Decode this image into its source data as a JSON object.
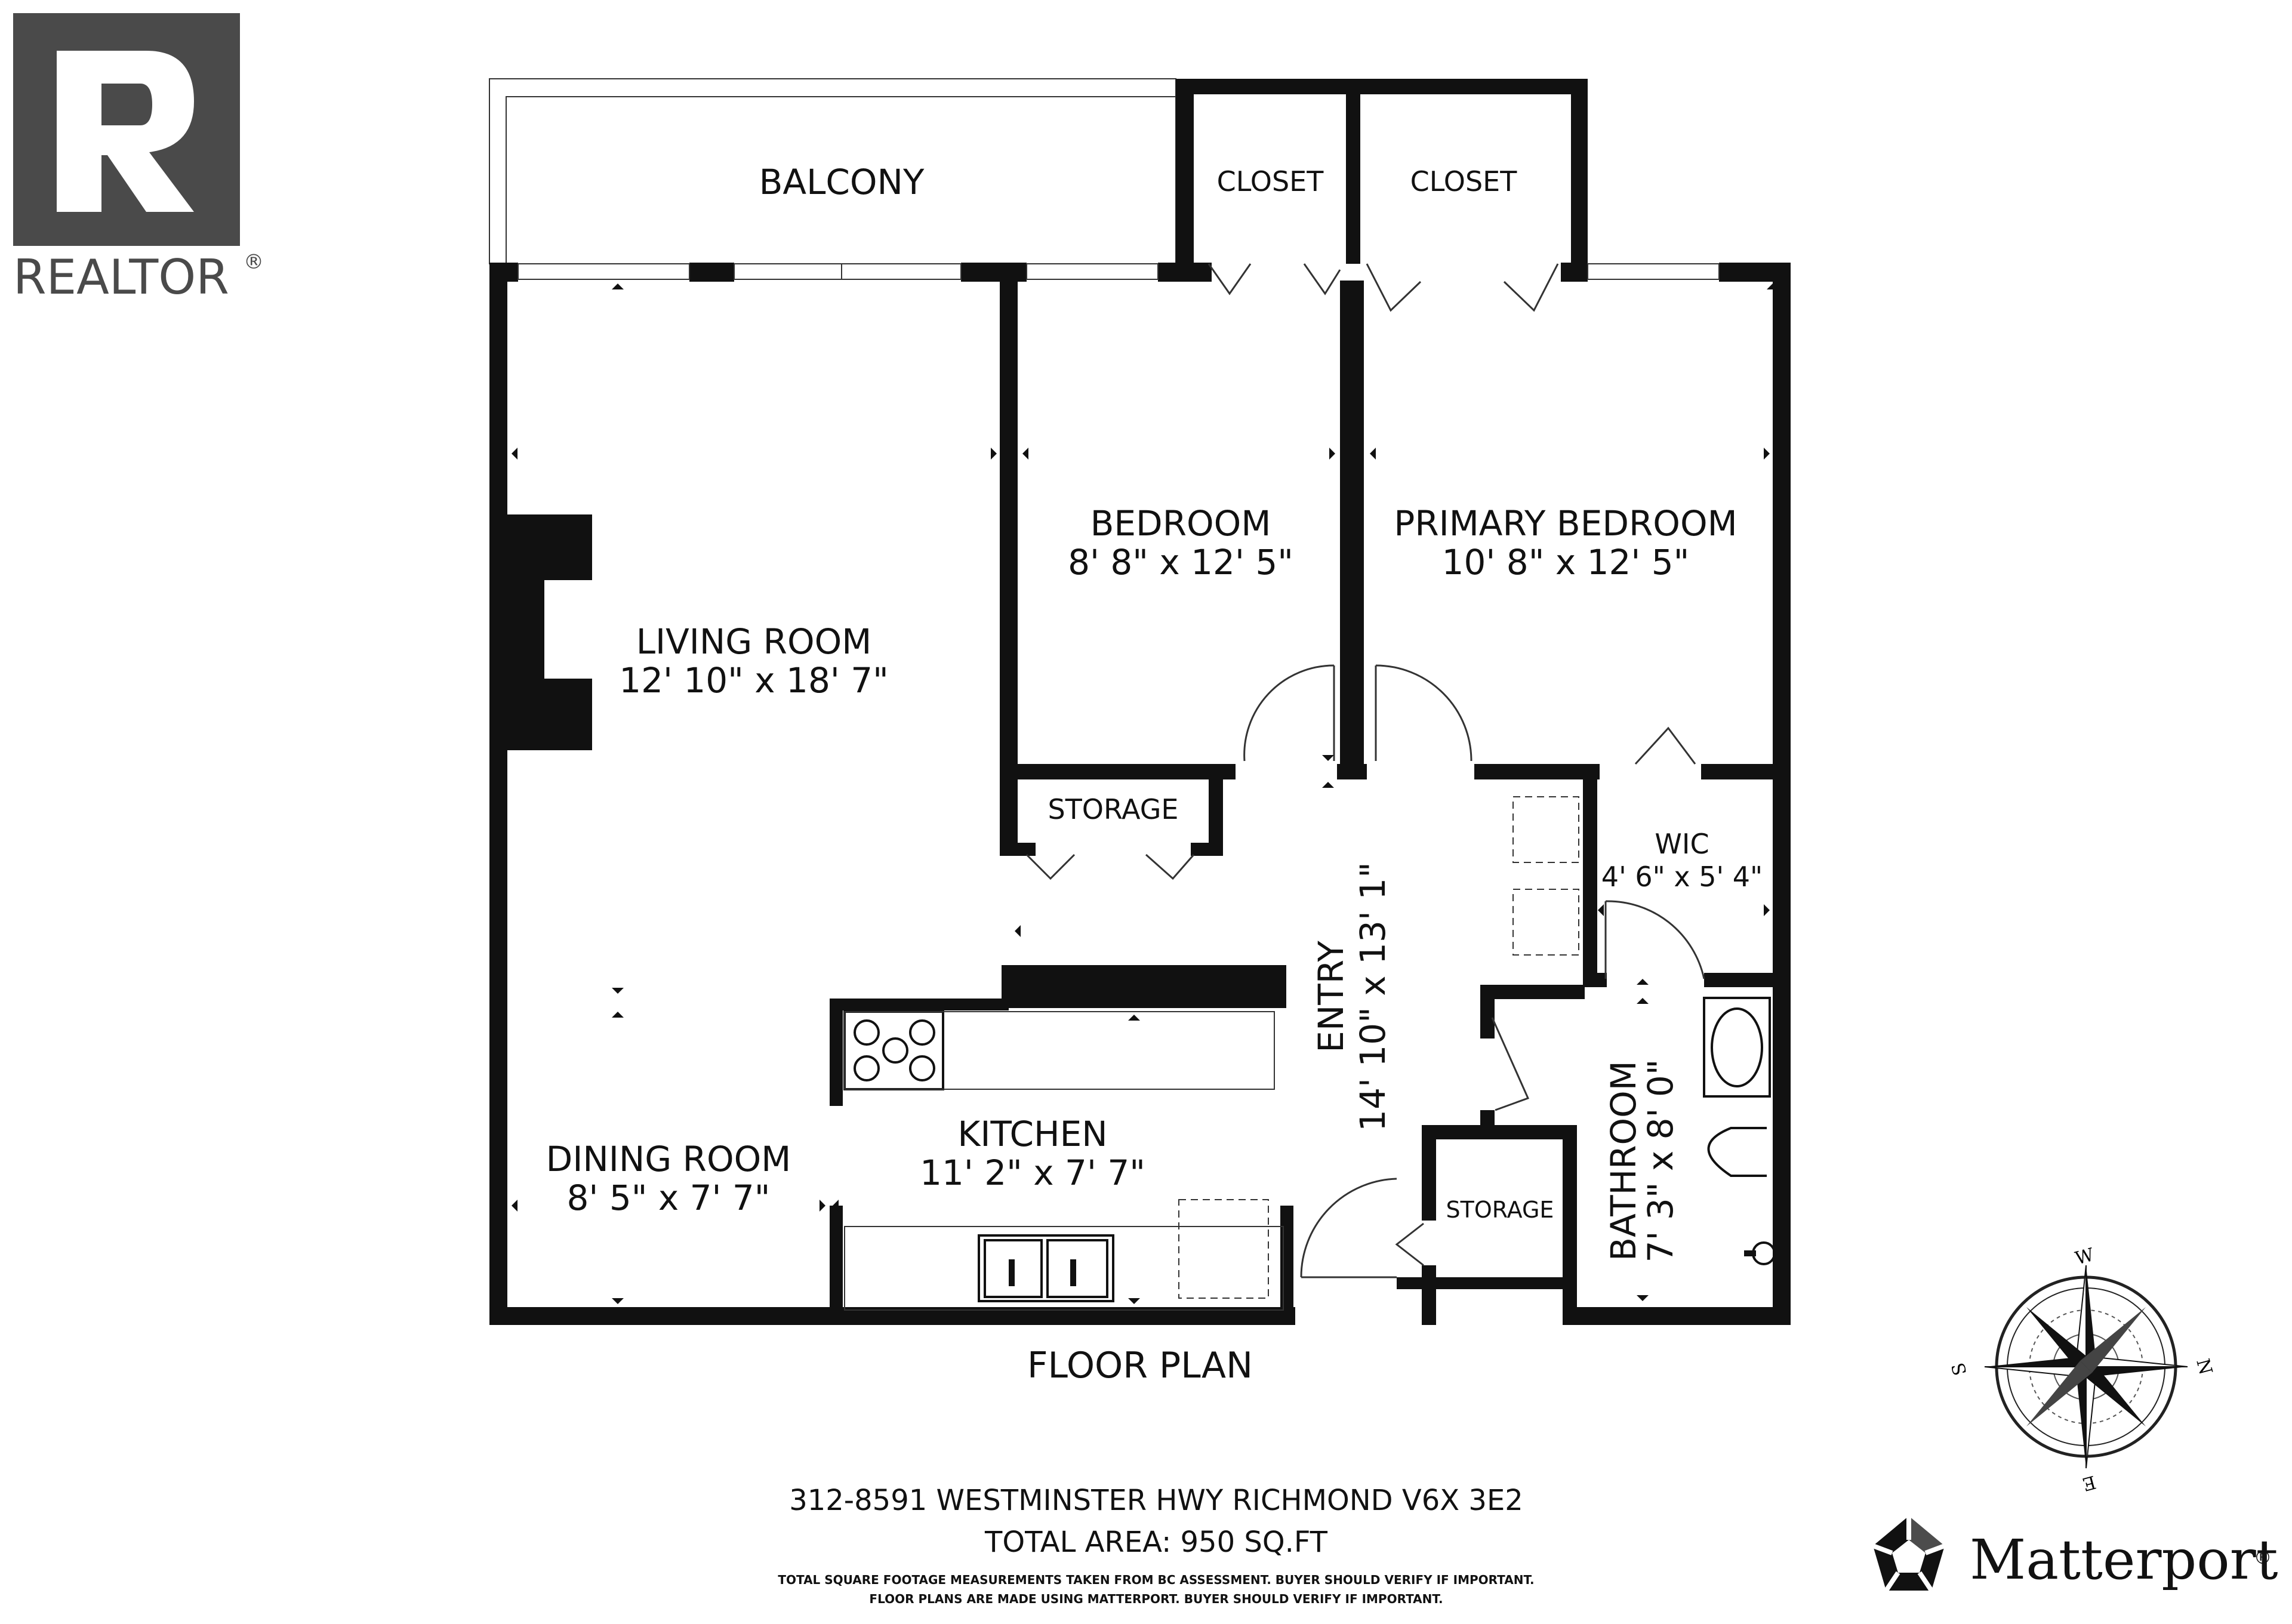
{
  "logo": {
    "realtor": "REALTOR",
    "realtor_mark": "®"
  },
  "rooms": {
    "balcony": {
      "name": "BALCONY"
    },
    "closet_left": {
      "name": "CLOSET"
    },
    "closet_right": {
      "name": "CLOSET"
    },
    "living": {
      "name": "LIVING ROOM",
      "size": "12' 10\" x 18' 7\""
    },
    "bedroom": {
      "name": "BEDROOM",
      "size": "8' 8\" x 12' 5\""
    },
    "primary": {
      "name": "PRIMARY BEDROOM",
      "size": "10' 8\" x 12' 5\""
    },
    "storage_top": {
      "name": "STORAGE"
    },
    "wic": {
      "name": "WIC",
      "size": "4' 6\" x 5' 4\""
    },
    "entry": {
      "name": "ENTRY",
      "size": "14' 10\" x 13' 1\""
    },
    "kitchen": {
      "name": "KITCHEN",
      "size": "11' 2\" x 7' 7\""
    },
    "dining": {
      "name": "DINING ROOM",
      "size": "8' 5\" x 7' 7\""
    },
    "storage_bottom": {
      "name": "STORAGE"
    },
    "bathroom": {
      "name": "BATHROOM",
      "size": "7' 3\" x 8' 0\""
    }
  },
  "caption": "FLOOR PLAN",
  "compass": {
    "w": "W",
    "e": "E",
    "n": "N",
    "s": "S"
  },
  "footer": {
    "address": "312-8591 WESTMINSTER HWY RICHMOND V6X 3E2",
    "area": "TOTAL AREA: 950 SQ.FT",
    "note1": "TOTAL SQUARE FOOTAGE MEASUREMENTS TAKEN FROM BC ASSESSMENT. BUYER SHOULD VERIFY IF IMPORTANT.",
    "note2": "FLOOR PLANS ARE MADE USING MATTERPORT. BUYER SHOULD VERIFY IF IMPORTANT."
  },
  "brand": {
    "matterport": "Matterport",
    "matterport_mark": "®"
  },
  "colors": {
    "wall": "#111111",
    "logo": "#4a4a4a",
    "text": "#111111"
  }
}
